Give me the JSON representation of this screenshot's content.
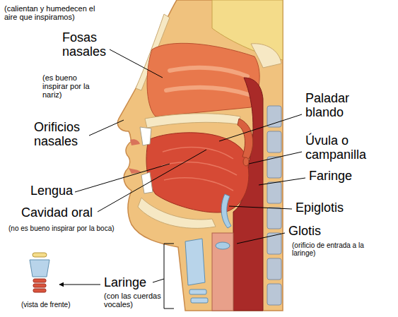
{
  "diagram": {
    "labels": [
      "(calientan y humedecen el aire que inspiramos)",
      "Fosas nasales",
      "(es bueno inspirar por la nariz)",
      "Orificios nasales",
      "Lengua",
      "Cavidad oral",
      "(no es bueno inspirar por la boca)",
      "Paladar blando",
      "Úvula o campanilla",
      "Faringe",
      "Epiglotis",
      "Glotis",
      "(orificio de entrada a la laringe)",
      "Laringe",
      "(con las cuerdas vocales)",
      "(vista de frente)"
    ]
  }
}
